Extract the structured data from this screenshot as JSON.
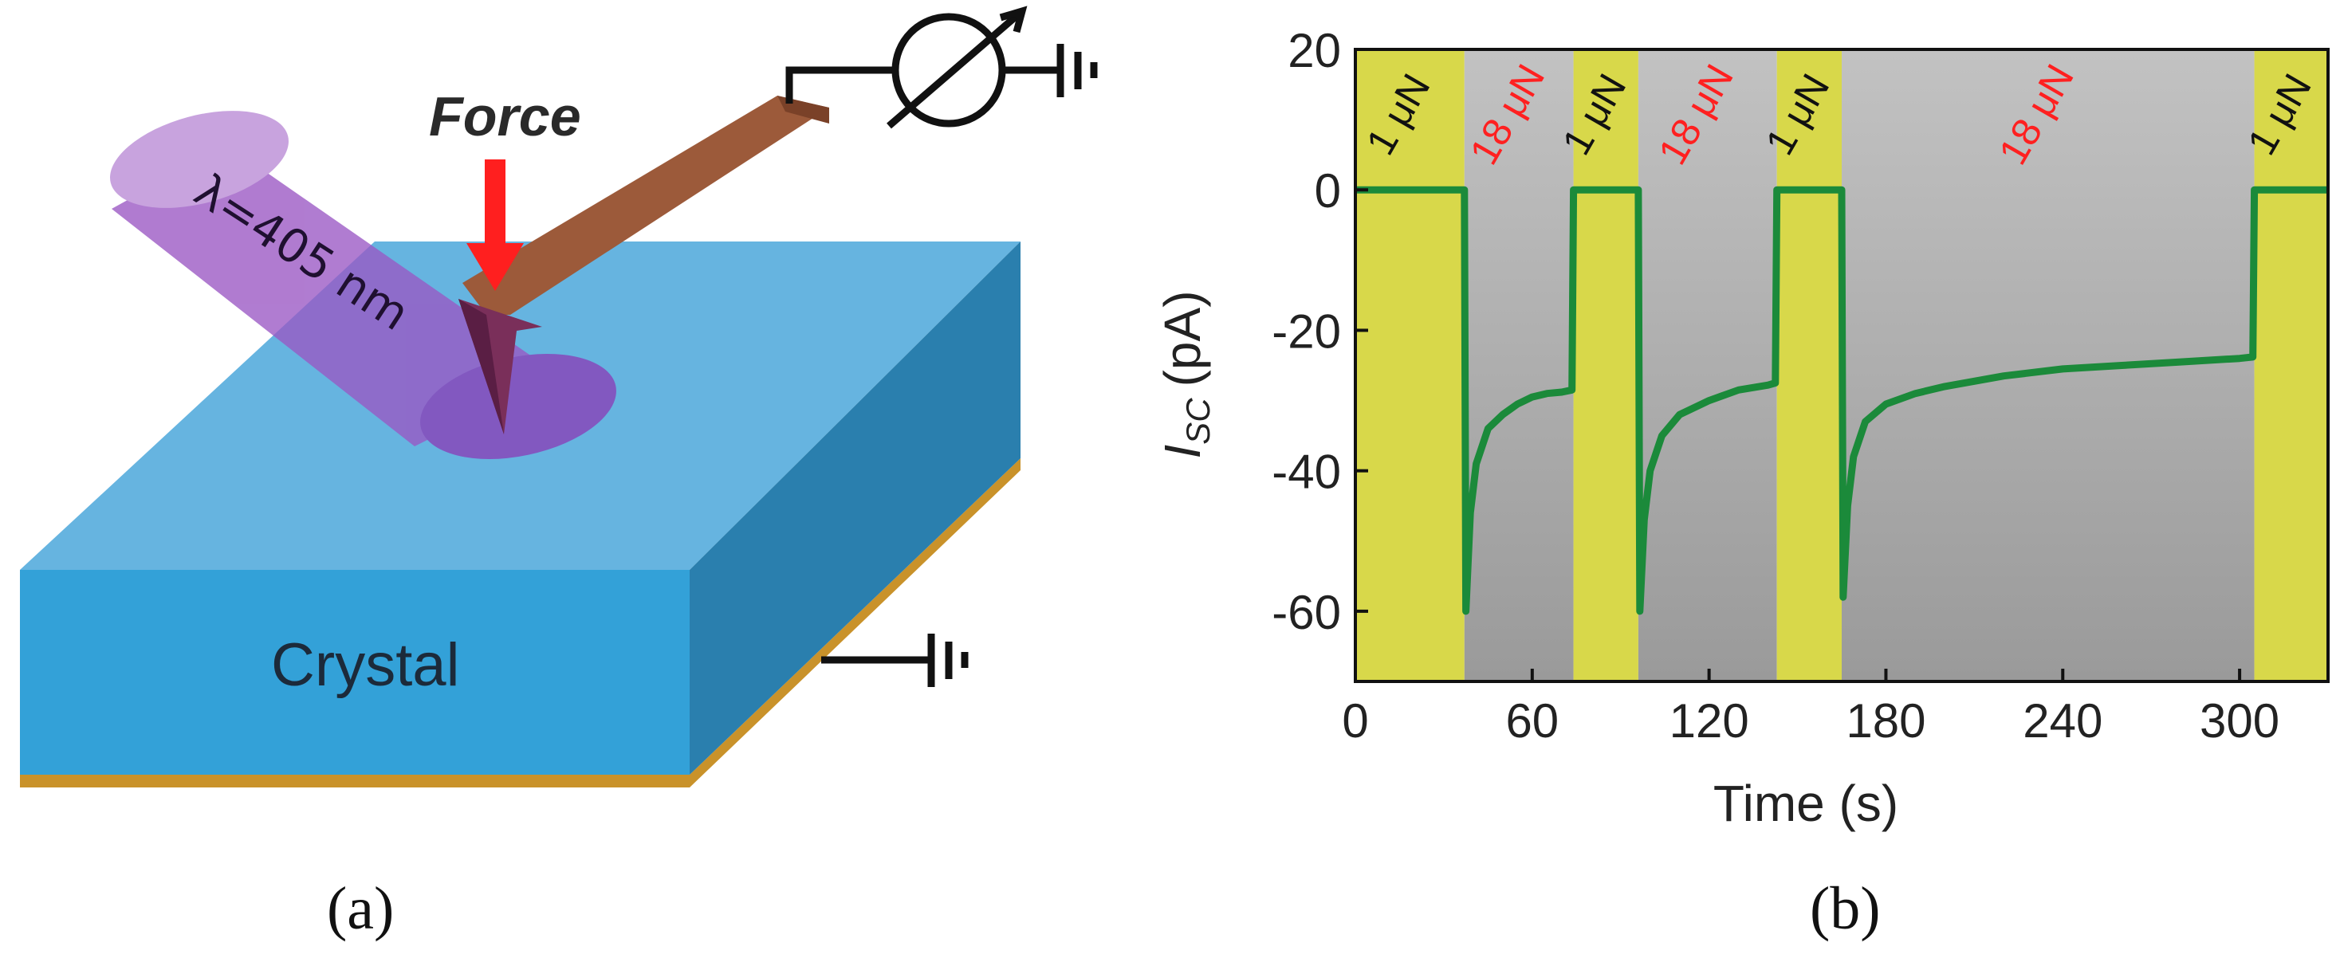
{
  "panel_a": {
    "caption": "(a)",
    "force_label": "Force",
    "wavelength_label": "λ=405 nm",
    "crystal_label": "Crystal",
    "colors": {
      "crystal_top": "#66b4e0",
      "crystal_front": "#33a1d8",
      "crystal_side": "#2a7fae",
      "electrode": "#c9922a",
      "cantilever": "#9c5a3a",
      "laser": "#9a57c4",
      "force_arrow": "#ff1f1f"
    },
    "icons": [
      "ammeter-icon",
      "ground-icon"
    ]
  },
  "panel_b": {
    "caption": "(b)",
    "colors": {
      "low_force_band": "#d8d84a",
      "high_force_band": "#a8a8a8",
      "trace": "#1b8a3a",
      "high_force_label": "#ff2020"
    }
  },
  "chart_data": {
    "type": "line",
    "title": "",
    "xlabel": "Time (s)",
    "ylabel_main": "I",
    "ylabel_sub": "SC",
    "ylabel_unit": "(pA)",
    "xlim": [
      0,
      330
    ],
    "ylim": [
      -70,
      20
    ],
    "xticks": [
      0,
      60,
      120,
      180,
      240,
      300
    ],
    "yticks": [
      20,
      0,
      -20,
      -40,
      -60
    ],
    "regions": [
      {
        "start": 0,
        "end": 37,
        "label": "1 μN",
        "kind": "low"
      },
      {
        "start": 37,
        "end": 74,
        "label": "18 μN",
        "kind": "high"
      },
      {
        "start": 74,
        "end": 96,
        "label": "1 μN",
        "kind": "low"
      },
      {
        "start": 96,
        "end": 143,
        "label": "18 μN",
        "kind": "high"
      },
      {
        "start": 143,
        "end": 165,
        "label": "1 μN",
        "kind": "low"
      },
      {
        "start": 165,
        "end": 305,
        "label": "18 μN",
        "kind": "high"
      },
      {
        "start": 305,
        "end": 330,
        "label": "1 μN",
        "kind": "low"
      }
    ],
    "series": [
      {
        "x": [
          0,
          37,
          37.5,
          39,
          41,
          45,
          50,
          55,
          60,
          65,
          70,
          73.5,
          74,
          96,
          96.5,
          98,
          100,
          104,
          110,
          120,
          130,
          140,
          142.5,
          143,
          165,
          165.5,
          167,
          169,
          173,
          180,
          190,
          200,
          220,
          240,
          260,
          280,
          300,
          304.5,
          305,
          330
        ],
        "y": [
          0,
          0,
          -60,
          -46,
          -39,
          -34,
          -32,
          -30.5,
          -29.5,
          -29,
          -28.8,
          -28.5,
          0,
          0,
          -60,
          -47,
          -40,
          -35,
          -32,
          -30,
          -28.5,
          -27.8,
          -27.5,
          0,
          0,
          -58,
          -45,
          -38,
          -33,
          -30.5,
          -29,
          -28,
          -26.5,
          -25.5,
          -25,
          -24.5,
          -24,
          -23.8,
          0,
          0
        ]
      }
    ]
  }
}
